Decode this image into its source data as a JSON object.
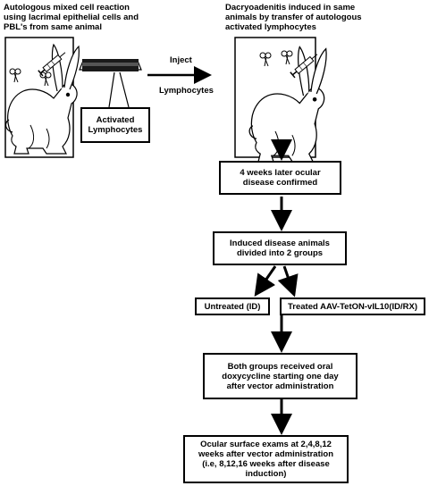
{
  "header": {
    "left_text": "Autologous mixed cell reaction\nusing lacrimal epithelial cells and\nPBL's from same animal",
    "right_text": "Dacryoadenitis induced in same\nanimals by transfer of autologous\nactivated lymphocytes"
  },
  "transfer": {
    "inject_label": "Inject",
    "lymphocytes_label": "Lymphocytes",
    "callout_label": "Activated\nLymphocytes"
  },
  "flow": {
    "step1": "4 weeks later ocular\ndisease confirmed",
    "step2": "Induced disease animals\ndivided into 2 groups",
    "group_untreated": "Untreated (ID)",
    "group_treated": "Treated AAV-TetON-vIL10(ID/RX)",
    "step3": "Both groups received oral\ndoxycycline starting one day\nafter vector administration",
    "step4": "Ocular surface exams at 2,4,8,12\nweeks after vector administration\n(i.e, 8,12,16 weeks after disease\ninduction)"
  }
}
